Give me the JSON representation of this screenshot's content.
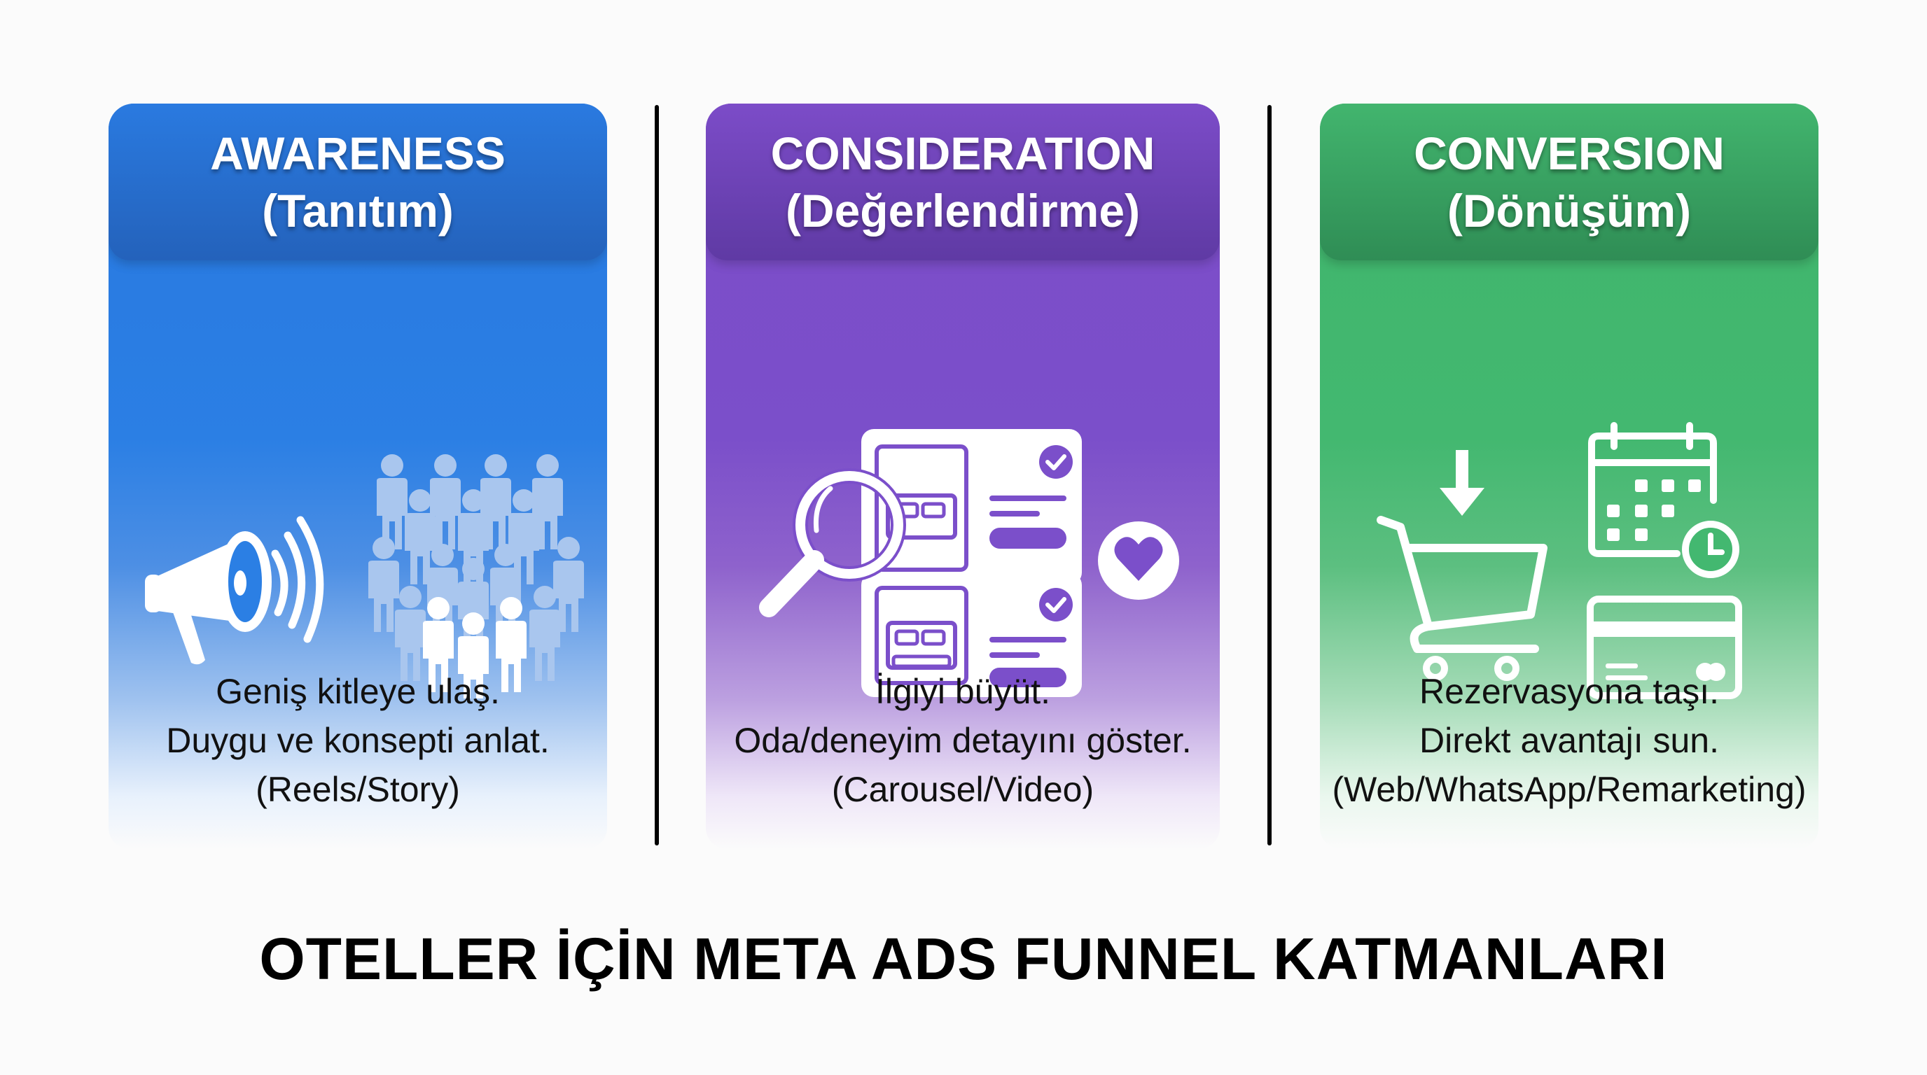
{
  "cards": [
    {
      "id": "awareness",
      "title": "AWARENESS",
      "subtitle": "(Tanıtım)",
      "color": "#2b7fe4",
      "header_color": "#2462bb",
      "icons": [
        "megaphone-icon",
        "crowd-icon"
      ],
      "lines": [
        "Geniş kitleye ulaş.",
        "Duygu ve konsepti anlat.",
        "(Reels/Story)"
      ]
    },
    {
      "id": "consideration",
      "title": "CONSIDERATION",
      "subtitle": "(Değerlendirme)",
      "color": "#7b4fca",
      "header_color": "#5f3aa4",
      "icons": [
        "magnifier-icon",
        "room-card-icon",
        "room-card-icon",
        "heart-icon"
      ],
      "lines": [
        "İlgiyi büyüt.",
        "Oda/deneyim detayını göster.",
        "(Carousel/Video)"
      ]
    },
    {
      "id": "conversion",
      "title": "CONVERSION",
      "subtitle": "(Dönüşüm)",
      "color": "#43b870",
      "header_color": "#2f8d55",
      "icons": [
        "add-to-cart-icon",
        "calendar-clock-icon",
        "credit-card-icon"
      ],
      "lines": [
        "Rezervasyona taşı.",
        "Direkt avantajı sun.",
        "(Web/WhatsApp/Remarketing)"
      ]
    }
  ],
  "footer": {
    "title": "OTELLER İÇİN META ADS FUNNEL KATMANLARI"
  }
}
